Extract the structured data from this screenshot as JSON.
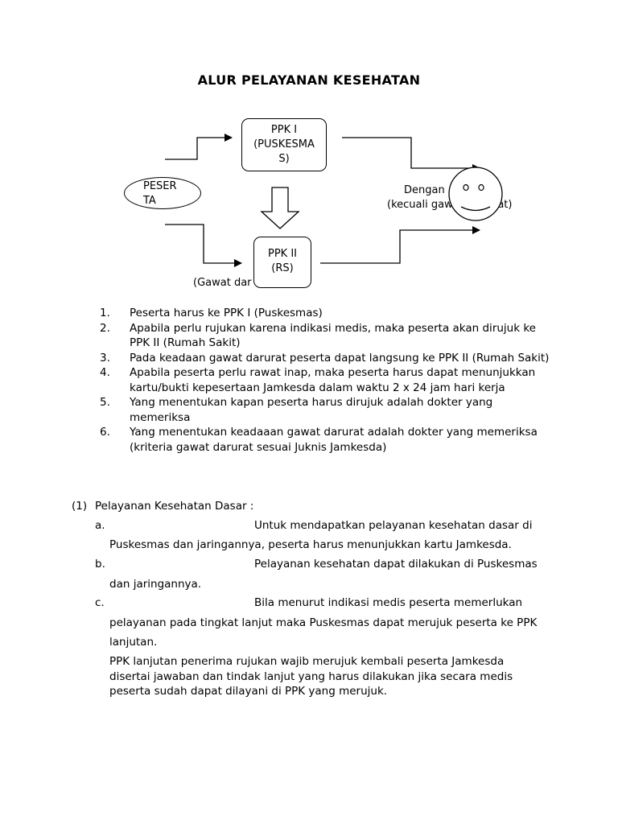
{
  "title": "ALUR PELAYANAN KESEHATAN",
  "diagram": {
    "ppk1": [
      "PPK I",
      "(PUSKESMA",
      "S)"
    ],
    "ppk2": [
      "PPK II",
      "(RS)"
    ],
    "peserta": [
      "PESER",
      "TA"
    ],
    "dengan": "Dengan",
    "kecuali": "(kecuali gaw",
    "kecuali_tail": "rat)",
    "gawat": "(Gawat dar"
  },
  "rules": [
    {
      "num": "1.",
      "text": "Peserta harus ke PPK I (Puskesmas)"
    },
    {
      "num": "2.",
      "text": "Apabila perlu rujukan karena indikasi medis, maka peserta akan dirujuk ke PPK II (Rumah Sakit)"
    },
    {
      "num": "3.",
      "text": "Pada keadaan gawat darurat peserta dapat langsung ke PPK II (Rumah Sakit)"
    },
    {
      "num": "4.",
      "text": "Apabila peserta perlu rawat inap, maka peserta harus dapat menunjukkan kartu/bukti kepesertaan Jamkesda dalam waktu 2 x 24 jam hari kerja"
    },
    {
      "num": "5.",
      "text": "Yang menentukan kapan peserta harus dirujuk adalah dokter yang memeriksa"
    },
    {
      "num": "6.",
      "text": "Yang menentukan keadaaan gawat darurat adalah dokter yang memeriksa (kriteria gawat darurat sesuai Juknis Jamkesda)"
    }
  ],
  "section": {
    "number": "(1)",
    "heading": "Pelayanan Kesehatan Dasar :",
    "items": [
      {
        "label": "a.",
        "first": "Untuk mendapatkan pelayanan kesehatan dasar di",
        "rest": "Puskesmas dan jaringannya, peserta harus menunjukkan kartu Jamkesda."
      },
      {
        "label": "b.",
        "first": "Pelayanan kesehatan dapat dilakukan di Puskesmas",
        "rest": "dan jaringannya."
      },
      {
        "label": "c.",
        "first": "Bila menurut indikasi medis peserta memerlukan",
        "rest": "pelayanan pada tingkat lanjut maka Puskesmas dapat merujuk peserta ke PPK lanjutan."
      }
    ],
    "closing": "PPK lanjutan penerima rujukan wajib merujuk kembali peserta Jamkesda disertai jawaban dan tindak lanjut yang harus dilakukan jika secara medis peserta sudah dapat dilayani di PPK yang merujuk."
  }
}
